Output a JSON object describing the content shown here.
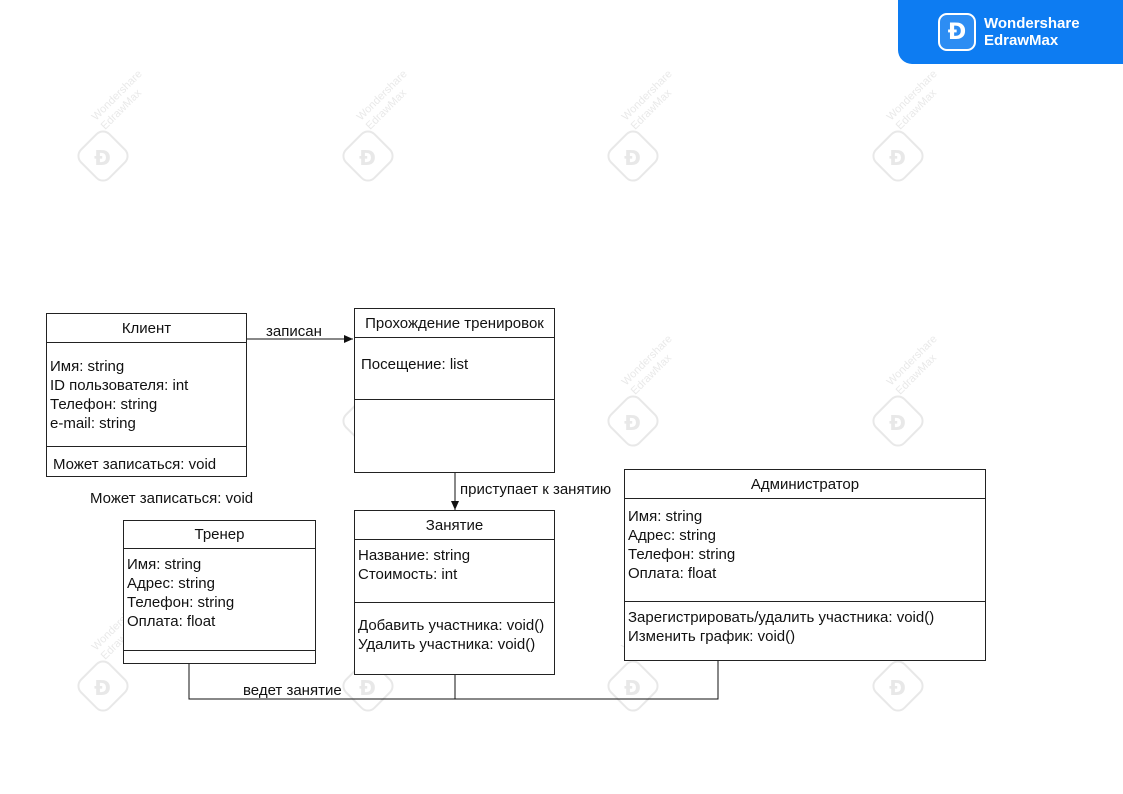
{
  "brand": {
    "line1": "Wondershare",
    "line2": "EdrawMax",
    "logo_glyph": "Ð",
    "color": "#0d7cf2"
  },
  "watermark": {
    "line1": "Wondershare",
    "line2": "EdrawMax",
    "glyph": "Ð"
  },
  "classes": {
    "client": {
      "name": "Клиент",
      "attributes": [
        "Имя: string",
        "ID пользователя: int",
        "Телефон: string",
        "e-mail: string"
      ],
      "methods": [
        "Может записаться: void"
      ]
    },
    "training": {
      "name": "Прохождение тренировок",
      "attributes": [
        "Посещение: list"
      ],
      "methods": []
    },
    "lesson": {
      "name": "Занятие",
      "attributes": [
        "Название: string",
        "Стоимость: int"
      ],
      "methods": [
        "Добавить участника: void()",
        "Удалить участника: void()"
      ]
    },
    "trainer": {
      "name": "Тренер",
      "attributes": [
        "Имя: string",
        "Адрес: string",
        "Телефон: string",
        "Оплата: float"
      ],
      "methods": []
    },
    "admin": {
      "name": "Администратор",
      "attributes": [
        "Имя: string",
        "Адрес: string",
        "Телефон: string",
        "Оплата: float"
      ],
      "methods": [
        "Зарегистрировать/удалить участника: void()",
        "Изменить график: void()"
      ]
    }
  },
  "labels": {
    "zapisan": "записан",
    "pristupaet": "приступает к занятию",
    "vedet": "ведет занятие",
    "free_note": "Может записаться: void"
  }
}
